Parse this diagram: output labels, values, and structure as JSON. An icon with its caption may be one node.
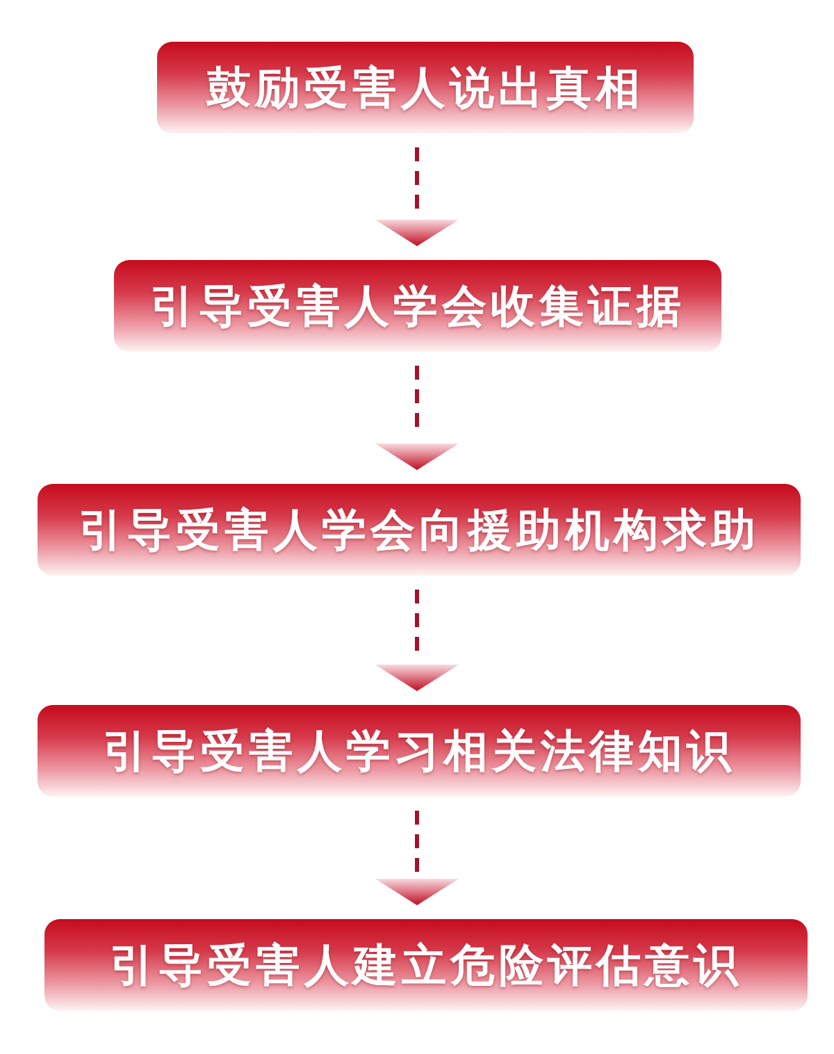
{
  "diagram": {
    "nodes": [
      {
        "text": [
          "鼓励受害人说出真相"
        ]
      },
      {
        "text": [
          "引导受害人学会收集证据"
        ]
      },
      {
        "text": [
          "引导受害人学会向援助机构求助"
        ]
      },
      {
        "text": [
          "引导受害人学习相关法律知识"
        ]
      },
      {
        "text": [
          "引导受害人建立危险评估意识"
        ]
      }
    ],
    "edges": [
      {
        "from": 0,
        "to": 1,
        "arrow": "to",
        "style": "dashed"
      },
      {
        "from": 1,
        "to": 2,
        "arrow": "to",
        "style": "dashed"
      },
      {
        "from": 2,
        "to": 3,
        "arrow": "to",
        "style": "dashed"
      },
      {
        "from": 3,
        "to": 4,
        "arrow": "to",
        "style": "dashed"
      }
    ]
  }
}
